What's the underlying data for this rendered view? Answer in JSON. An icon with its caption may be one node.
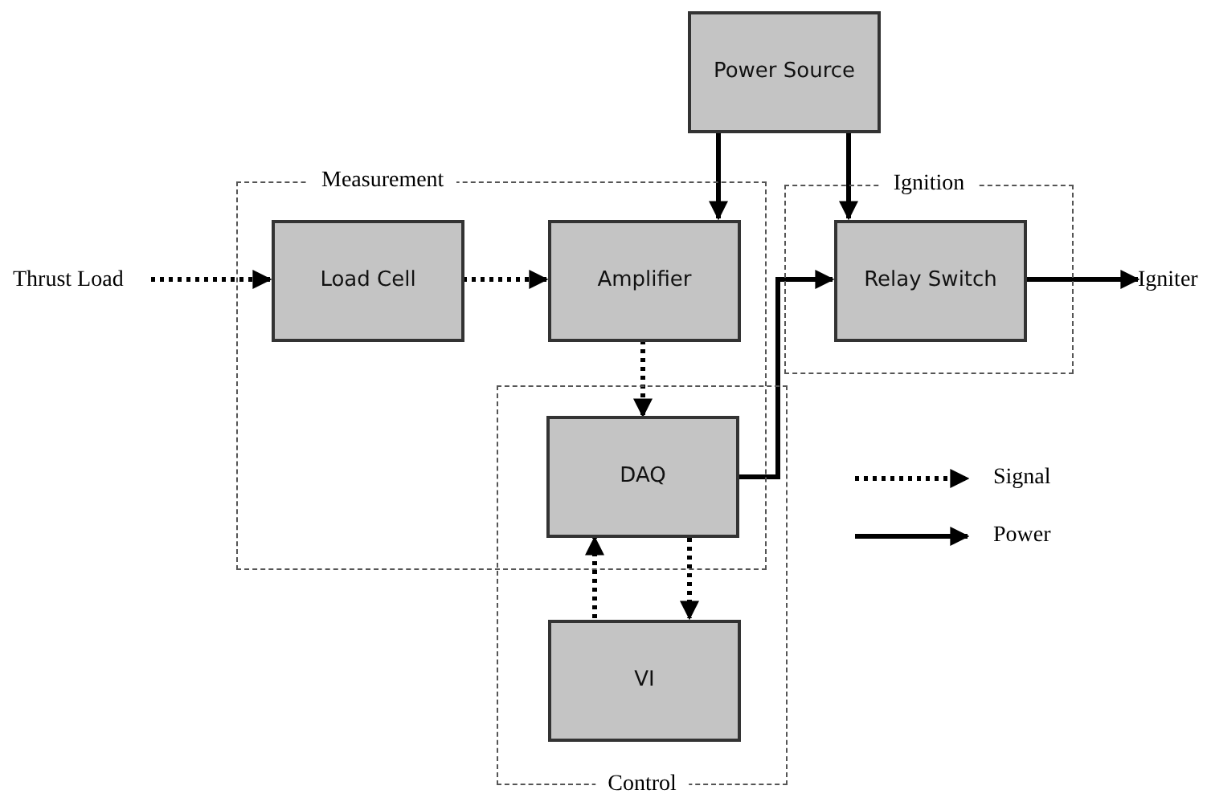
{
  "diagram": {
    "nodes": [
      {
        "text": [
          "Measurement"
        ]
      },
      {
        "text": [
          "Ignition"
        ]
      },
      {
        "text": [
          "Control"
        ]
      },
      {
        "text": [
          "Thrust Load"
        ]
      },
      {
        "text": [
          "Load Cell"
        ],
        "in": 0
      },
      {
        "text": [
          "Amplifier"
        ],
        "in": 0
      },
      {
        "text": [
          "Power Source"
        ]
      },
      {
        "text": [
          "Relay Switch"
        ],
        "in": 1
      },
      {
        "text": [
          "Igniter"
        ]
      },
      {
        "text": [
          "DAQ"
        ]
      },
      {
        "text": [
          "VI"
        ],
        "in": 2
      }
    ],
    "edges": [
      {
        "from": 3,
        "to": 4,
        "arrow": "to",
        "style": "dashed"
      },
      {
        "from": 4,
        "to": 5,
        "arrow": "to",
        "style": "dashed"
      },
      {
        "from": 6,
        "to": 5,
        "arrow": "to"
      },
      {
        "from": 6,
        "to": 7,
        "arrow": "to"
      },
      {
        "from": 5,
        "to": 9,
        "arrow": "to",
        "style": "dashed"
      },
      {
        "from": 9,
        "to": 7,
        "arrow": "to"
      },
      {
        "from": 7,
        "to": 8,
        "arrow": "to"
      },
      {
        "from": 10,
        "to": 9,
        "arrow": "to",
        "style": "dashed"
      },
      {
        "from": 9,
        "to": 10,
        "arrow": "to",
        "style": "dashed"
      }
    ],
    "legend": [
      {
        "text": "Signal"
      },
      {
        "text": "Power"
      }
    ]
  }
}
